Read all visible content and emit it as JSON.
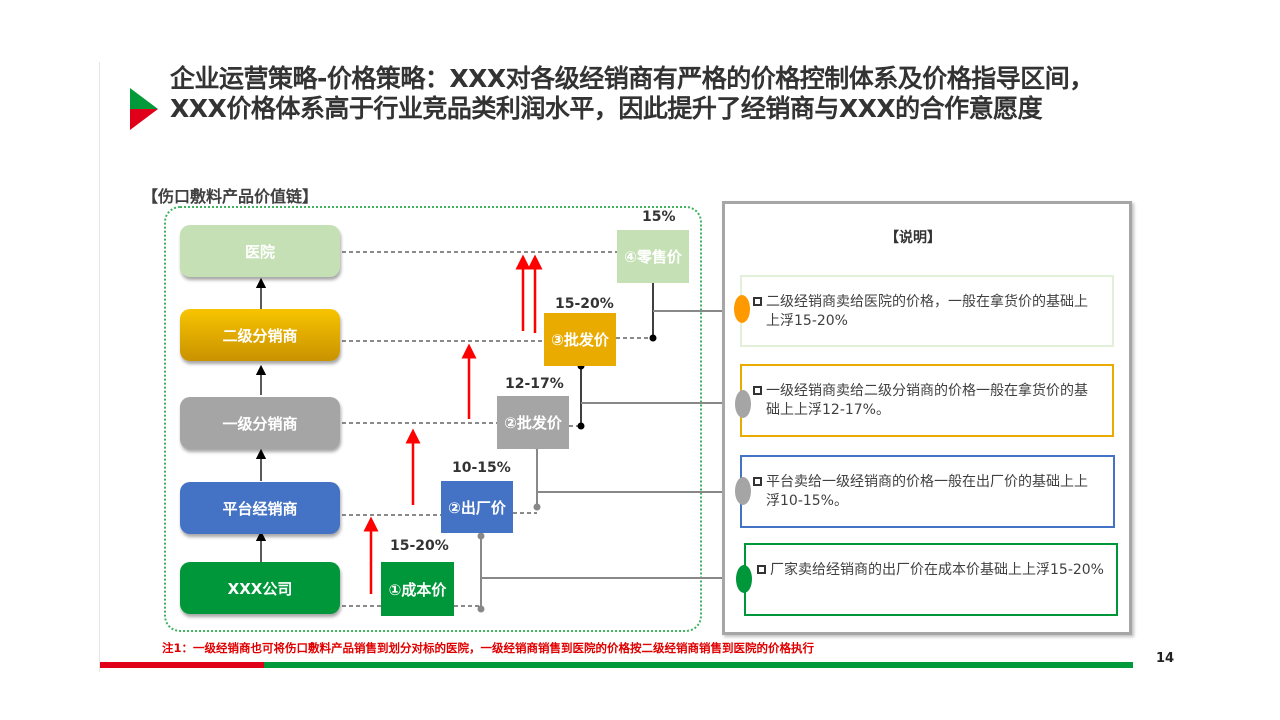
{
  "slide": {
    "title": "企业运营策略-价格策略：XXX对各级经销商有严格的价格控制体系及价格指导区间，XXX价格体系高于行业竞品类利润水平，因此提升了经销商与XXX的合作意愿度",
    "section_label": "【伤口敷料产品价值链】",
    "page_number": "14",
    "note": "注1：一级经销商也可将伤口敷料产品销售到划分对标的医院，一级经销商销售到医院的价格按二级经销商销售到医院的价格执行"
  },
  "chain": {
    "nodes": [
      {
        "label": "医院",
        "color": "#c5e0b4"
      },
      {
        "label": "二级分销商",
        "color": "#f0b400"
      },
      {
        "label": "一级分销商",
        "color": "#a5a5a5"
      },
      {
        "label": "平台经销商",
        "color": "#4472c4"
      },
      {
        "label": "XXX公司",
        "color": "#00963a"
      }
    ],
    "prices": [
      {
        "label": "①成本价",
        "markup": "15-20%",
        "color": "#00963a"
      },
      {
        "label": "②出厂价",
        "markup": "10-15%",
        "color": "#4472c4"
      },
      {
        "label": "②批发价",
        "markup": "12-17%",
        "color": "#a5a5a5"
      },
      {
        "label": "③批发价",
        "markup": "15-20%",
        "color": "#eaab00"
      },
      {
        "label": "④零售价",
        "markup": "15%",
        "color": "#c5e0b4"
      }
    ]
  },
  "explanation": {
    "title": "【说明】",
    "items": [
      {
        "text": "二级经销商卖给医院的价格，一般在拿货价的基础上上浮15-20%",
        "border": "#e2f0d9",
        "dot": "#ff9900"
      },
      {
        "text": "一级经销商卖给二级分销商的价格一般在拿货价的基础上上浮12-17%。",
        "border": "#eaab00",
        "dot": "#a5a5a5"
      },
      {
        "text": "平台卖给一级经销商的价格一般在出厂价的基础上上浮10-15%。",
        "border": "#4472c4",
        "dot": "#a5a5a5"
      },
      {
        "text": "厂家卖给经销商的出厂价在成本价基础上上浮15-20%",
        "border": "#00963a",
        "dot": "#00963a"
      }
    ]
  },
  "colors": {
    "accent_red": "#e00000",
    "accent_green": "#019a3b",
    "arrow_red": "#ff0000"
  }
}
